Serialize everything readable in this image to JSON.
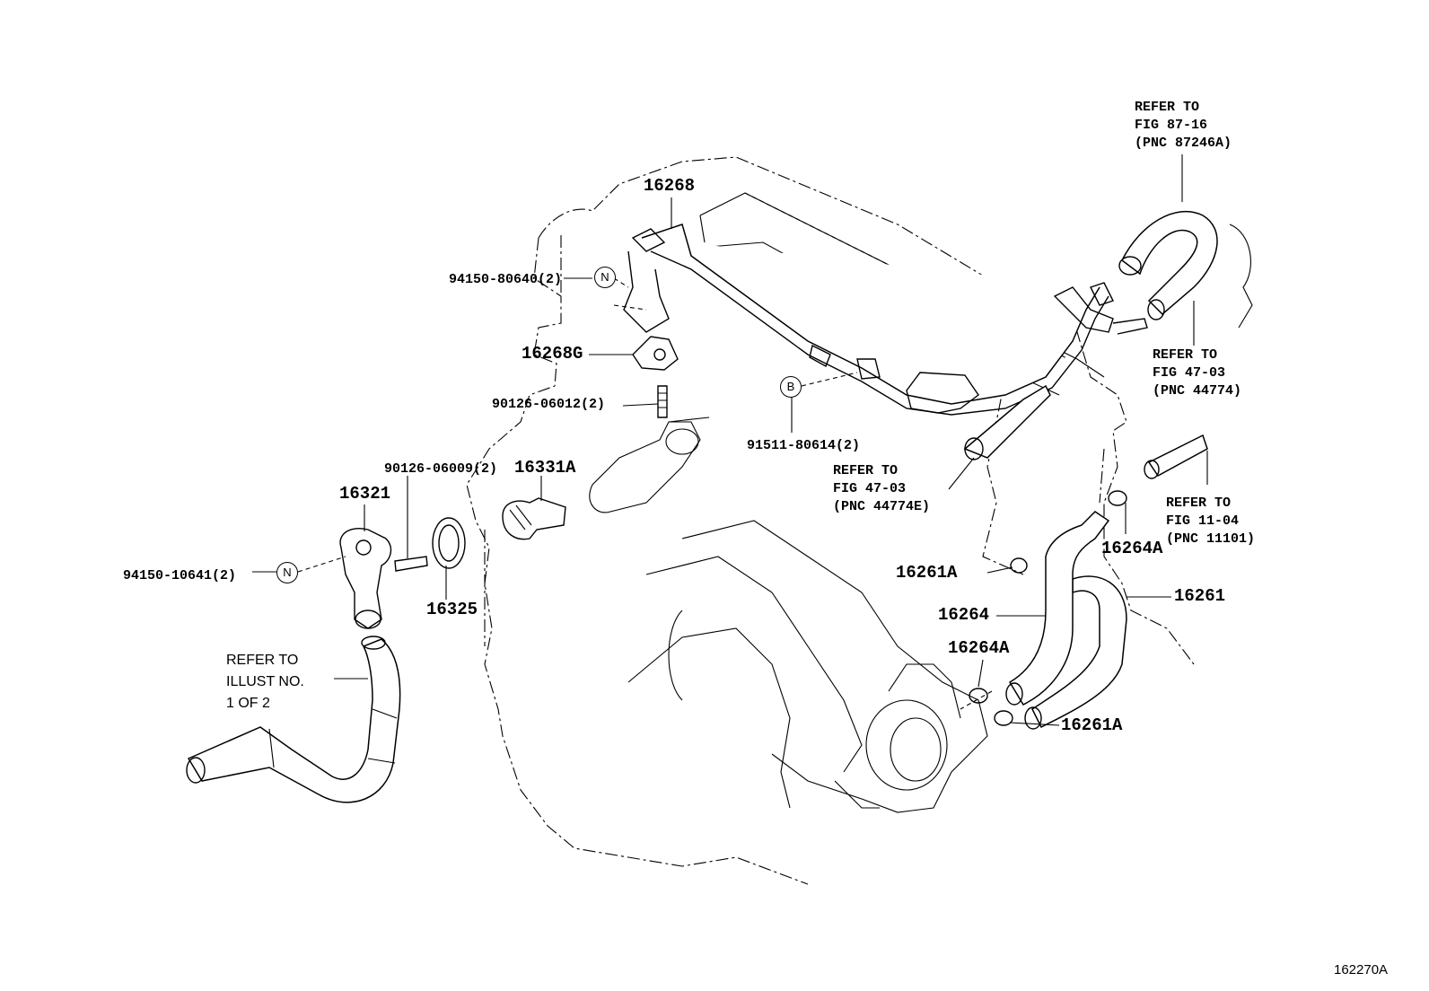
{
  "diagram_id": "162270A",
  "part_labels": {
    "p16268": "16268",
    "p16268G": "16268G",
    "p16331A": "16331A",
    "p16321": "16321",
    "p16325": "16325",
    "p16261": "16261",
    "p16264": "16264",
    "p16264A_right": "16264A",
    "p16264A_lower": "16264A",
    "p16261A_upper": "16261A",
    "p16261A_lower": "16261A"
  },
  "fastener_labels": {
    "f94150_80640": "94150-80640(2)",
    "f90126_06012": "90126-06012(2)",
    "f90126_06009": "90126-06009(2)",
    "f94150_10641": "94150-10641(2)",
    "f91511_80614": "91511-80614(2)"
  },
  "callouts": {
    "n_upper": "N",
    "n_lower": "N",
    "b": "B"
  },
  "refer_notes": {
    "fig87": [
      "REFER TO",
      "FIG 87-16",
      "(PNC 87246A)"
    ],
    "fig47_right": [
      "REFER TO",
      "FIG 47-03",
      "(PNC 44774)"
    ],
    "fig47_mid": [
      "REFER TO",
      "FIG 47-03",
      "(PNC 44774E)"
    ],
    "fig11": [
      "REFER TO",
      "FIG 11-04",
      "(PNC 11101)"
    ],
    "illust": [
      "REFER TO",
      "ILLUST NO.",
      "1 OF 2"
    ]
  }
}
